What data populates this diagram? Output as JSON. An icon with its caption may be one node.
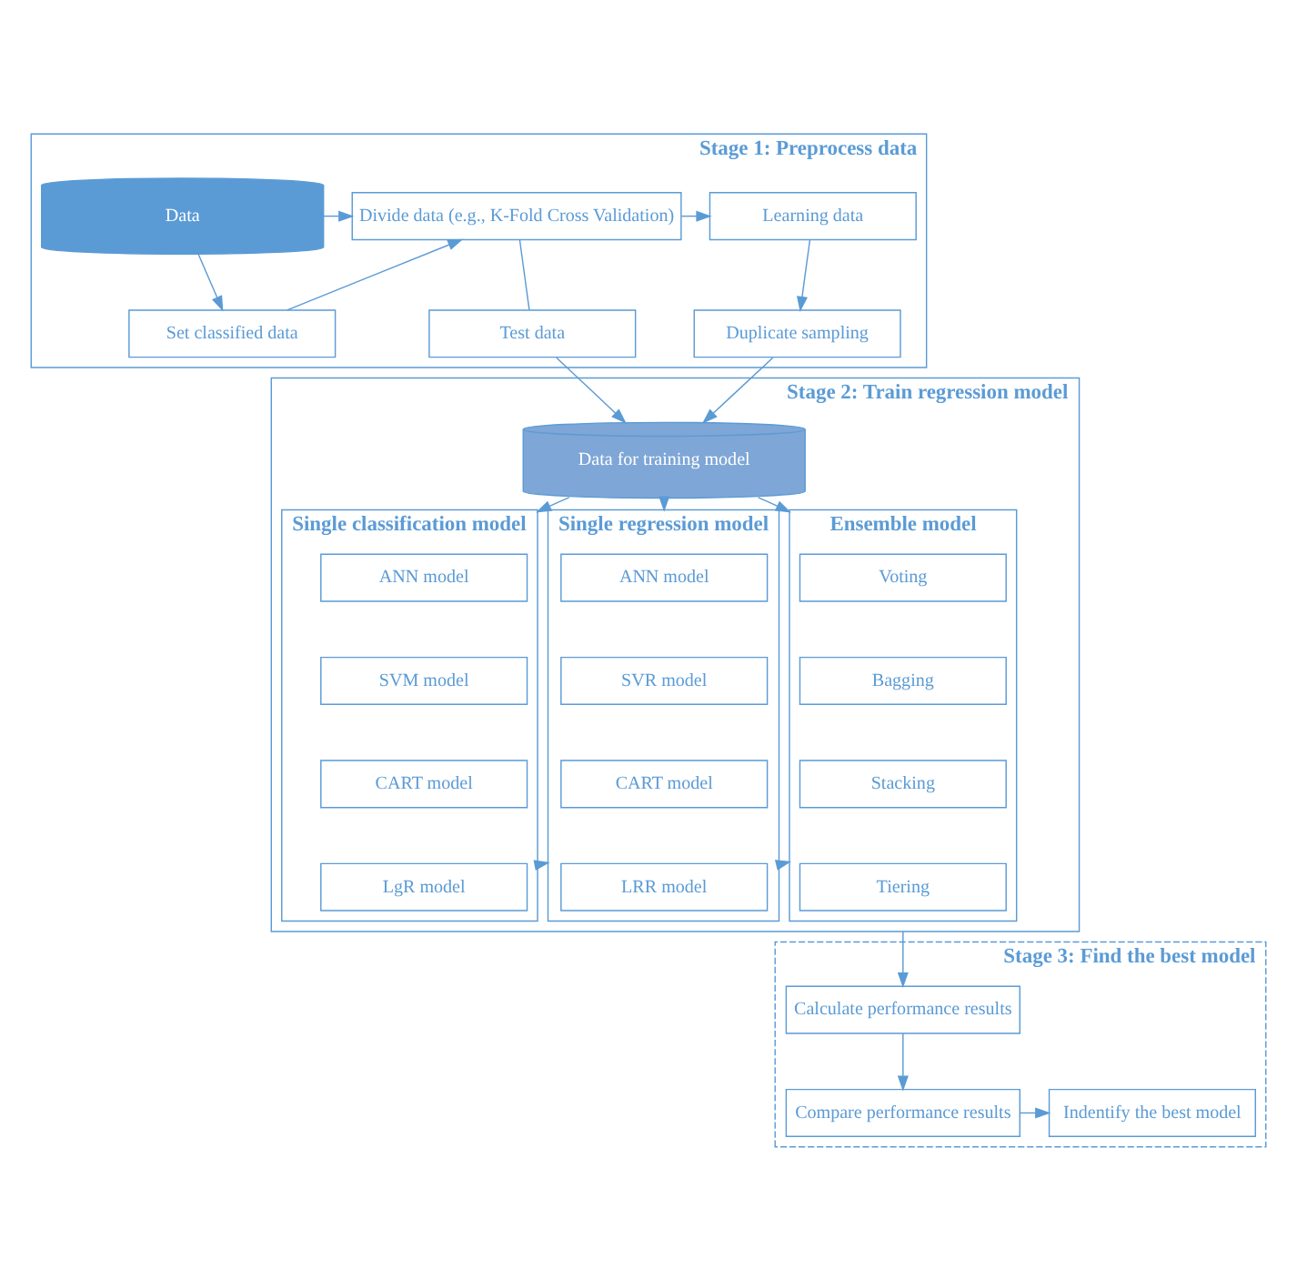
{
  "diagram": {
    "nodes": [
      {
        "text": [
          "Stage 1: Preprocess data"
        ]
      },
      {
        "text": [
          "Data"
        ],
        "in": 0
      },
      {
        "text": [
          "Set classified data"
        ],
        "in": 0
      },
      {
        "text": [
          "Divide data (e.g., K-Fold Cross Validation)"
        ],
        "in": 0
      },
      {
        "text": [
          "Learning data"
        ],
        "in": 0
      },
      {
        "text": [
          "Test data"
        ],
        "in": 0
      },
      {
        "text": [
          "Duplicate sampling"
        ],
        "in": 0
      },
      {
        "text": [
          "Stage 2: Train regression model"
        ]
      },
      {
        "text": [
          "Data for training model"
        ],
        "in": 7
      },
      {
        "text": [
          "Single classification model"
        ],
        "in": 7
      },
      {
        "text": [
          "ANN model"
        ],
        "in": 9
      },
      {
        "text": [
          "SVM model"
        ],
        "in": 9
      },
      {
        "text": [
          "CART model"
        ],
        "in": 9
      },
      {
        "text": [
          "LgR model"
        ],
        "in": 9
      },
      {
        "text": [
          "Single regression model"
        ],
        "in": 7
      },
      {
        "text": [
          "ANN model"
        ],
        "in": 14
      },
      {
        "text": [
          "SVR model"
        ],
        "in": 14
      },
      {
        "text": [
          "CART model"
        ],
        "in": 14
      },
      {
        "text": [
          "LRR model"
        ],
        "in": 14
      },
      {
        "text": [
          "Ensemble model"
        ],
        "in": 7
      },
      {
        "text": [
          "Voting"
        ],
        "in": 19
      },
      {
        "text": [
          "Bagging"
        ],
        "in": 19
      },
      {
        "text": [
          "Stacking"
        ],
        "in": 19
      },
      {
        "text": [
          "Tiering"
        ],
        "in": 19
      },
      {
        "text": [
          "Stage 3: Find the best model"
        ]
      },
      {
        "text": [
          "Calculate performance results"
        ],
        "in": 24
      },
      {
        "text": [
          "Compare performance results"
        ],
        "in": 24
      },
      {
        "text": [
          "Indentify the best model"
        ],
        "in": 24
      }
    ],
    "edges": [
      {
        "from": 1,
        "to": 2,
        "arrow": "to"
      },
      {
        "from": 1,
        "to": 3,
        "arrow": "to"
      },
      {
        "from": 2,
        "to": 3,
        "arrow": "to"
      },
      {
        "from": 3,
        "to": 4,
        "arrow": "to"
      },
      {
        "from": 3,
        "to": 5,
        "arrow": "none"
      },
      {
        "from": 4,
        "to": 6,
        "arrow": "to"
      },
      {
        "from": 5,
        "to": 8,
        "arrow": "to"
      },
      {
        "from": 6,
        "to": 8,
        "arrow": "to"
      },
      {
        "from": 8,
        "to": 9,
        "arrow": "to"
      },
      {
        "from": 8,
        "to": 14,
        "arrow": "to"
      },
      {
        "from": 8,
        "to": 19,
        "arrow": "to"
      },
      {
        "from": 9,
        "to": 14,
        "arrow": "to"
      },
      {
        "from": 14,
        "to": 19,
        "arrow": "to"
      },
      {
        "from": 7,
        "to": 25,
        "arrow": "to"
      },
      {
        "from": 25,
        "to": 26,
        "arrow": "to"
      },
      {
        "from": 26,
        "to": 27,
        "arrow": "to"
      }
    ]
  }
}
